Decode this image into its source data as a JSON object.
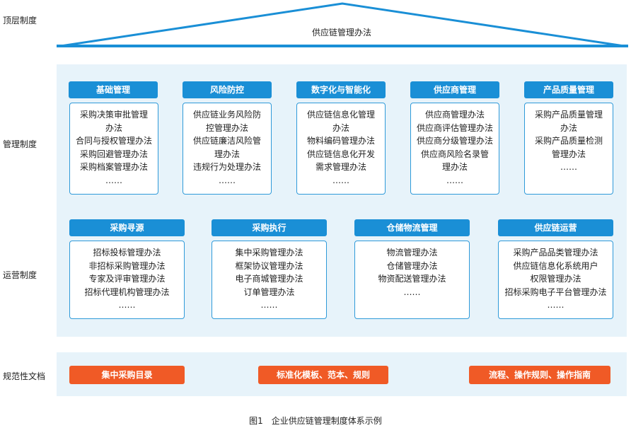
{
  "row_labels": {
    "top": "顶层制度",
    "management": "管理制度",
    "operation": "运营制度",
    "docs": "规范性文档"
  },
  "roof": {
    "title": "供应链管理办法",
    "color": "#1a8fd6"
  },
  "management": [
    {
      "header": "基础管理",
      "lines": [
        "采购决策审批管理",
        "办法",
        "合同与授权管理办法",
        "采购回避管理办法",
        "采购档案管理办法",
        "……"
      ]
    },
    {
      "header": "风险防控",
      "lines": [
        "供应链业务风险防",
        "控管理办法",
        "供应链廉洁风险管",
        "理办法",
        "违规行为处理办法",
        "……"
      ]
    },
    {
      "header": "数字化与智能化",
      "lines": [
        "供应链信息化管理",
        "办法",
        "物料编码管理办法",
        "供应链信息化开发",
        "需求管理办法",
        "……"
      ]
    },
    {
      "header": "供应商管理",
      "lines": [
        "供应商管理办法",
        "供应商评估管理办法",
        "供应商分级管理办法",
        "供应商风险名录管",
        "理办法",
        "……"
      ]
    },
    {
      "header": "产品质量管理",
      "lines": [
        "采购产品质量管理",
        "办法",
        "采购产品质量检测",
        "管理办法",
        "……"
      ]
    }
  ],
  "operation": [
    {
      "header": "采购寻源",
      "lines": [
        "招标投标管理办法",
        "非招标采购管理办法",
        "专家及评审管理办法",
        "招标代理机构管理办法",
        "……"
      ]
    },
    {
      "header": "采购执行",
      "lines": [
        "集中采购管理办法",
        "框架协议管理办法",
        "电子商城管理办法",
        "订单管理办法",
        "……"
      ]
    },
    {
      "header": "仓储物流管理",
      "lines": [
        "物流管理办法",
        "仓储管理办法",
        "物资配送管理办法",
        "……"
      ]
    },
    {
      "header": "供应链运营",
      "lines": [
        "采购产品品类管理办法",
        "供应链信息化系统用户",
        "权限管理办法",
        "招标采购电子平台管理办法",
        "……"
      ]
    }
  ],
  "docs": [
    "集中采购目录",
    "标准化模板、范本、规则",
    "流程、操作规则、操作指南"
  ],
  "caption": "图1　企业供应链管理制度体系示例",
  "colors": {
    "header_blue": "#1a8fd6",
    "panel_bg": "#e7f3fa",
    "doc_orange": "#f05a26",
    "box_border": "#2f9ad9"
  }
}
